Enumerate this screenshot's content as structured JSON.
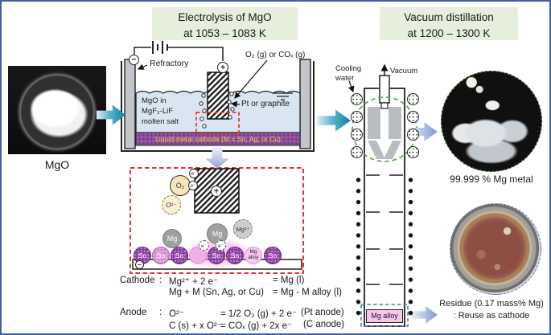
{
  "colors": {
    "frame_border": "#41619e",
    "header_bg": "#e5efdc",
    "teal_arrow": "#157f9f",
    "lavender_arrow": "#8fa5d8",
    "molten_salt": "#d9e6f2",
    "cathode_purple": "#8f4f9d",
    "cathode_text_yellow": "#f6d42c",
    "sn_purple": "#8d3fa6",
    "alloy_pink": "#f7c9ef",
    "red_dashed": "#e8322a",
    "green_dashed": "#58a44a",
    "blue_dashed": "#4a7cc9"
  },
  "header": {
    "electrolysis": {
      "line1": "Electrolysis of MgO",
      "line2": "at 1053 – 1083 K"
    },
    "distillation": {
      "line1": "Vacuum distillation",
      "line2": "at 1200 – 1300 K"
    }
  },
  "feed": {
    "label": "MgO"
  },
  "cell": {
    "refractory": "Refractory",
    "gas": "O₂ (g) or COₓ (g)",
    "electrolyte1": "MgO in",
    "electrolyte2": "MgF₂-LiF",
    "electrolyte3": "molten salt",
    "anode_material": "Pt or graphite",
    "cathode_layer": "Liquid-metal cathode (M = Sn, Ag, or Cu)",
    "minus": "−",
    "plus": "+"
  },
  "inset": {
    "o2": "O₂",
    "o2_ion": "O²⁻",
    "electron": "e⁻",
    "mg": "Mg",
    "mg_ion": "Mg²⁺",
    "sn": "Sn",
    "alloy_line1": "Mg",
    "alloy_line2": "alloy",
    "plus": "+",
    "minus": "−"
  },
  "column": {
    "cooling1": "Cooling",
    "cooling2": "water",
    "vacuum": "Vacuum",
    "alloy": "Mg alloy"
  },
  "reactions": {
    "cathode": "Cathode",
    "anode": "Anode",
    "colon": ":",
    "c1_lhs": "Mg²⁺ + 2 e⁻",
    "c1_rhs": "= Mg (l)",
    "c2_lhs": "Mg + M (Sn, Ag, or Cu)",
    "c2_rhs": "= Mg - M alloy (l)",
    "a1_lhs": "O²⁻",
    "a1_rhs": "= 1/2 O₂ (g) + 2 e⁻",
    "a1_note": "(Pt anode)",
    "a2_lhs": "C (s) + x O²⁻",
    "a2_rhs": "= COₓ (g) + 2x e⁻",
    "a2_note": "(C anode)"
  },
  "products": {
    "mg_metal": "99.999 % Mg metal",
    "residue1": "Residue (0.17 mass% Mg)",
    "residue2": ": Reuse as cathode"
  }
}
